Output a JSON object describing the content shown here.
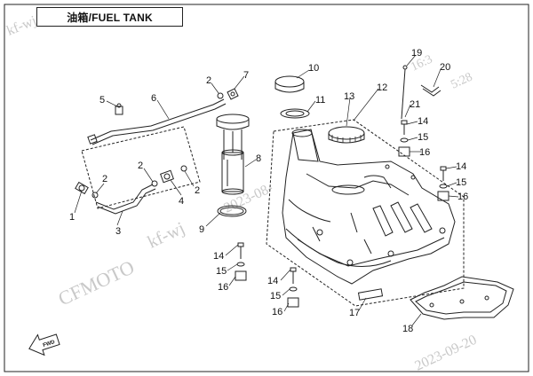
{
  "title": "油箱/FUEL TANK",
  "watermarks": {
    "brand": "CFMOTO",
    "user": "kf-wj",
    "date_top": "2023-08-",
    "date_bottom": "2023-09-20",
    "time_fragment": "16:3",
    "date_fragment": "5:28"
  },
  "fwd_label": "FWD",
  "callouts": {
    "c1": "1",
    "c2a": "2",
    "c2b": "2",
    "c2c": "2",
    "c2d": "2",
    "c3": "3",
    "c4": "4",
    "c5": "5",
    "c6": "6",
    "c7": "7",
    "c8": "8",
    "c9": "9",
    "c10": "10",
    "c11": "11",
    "c12": "12",
    "c13": "13",
    "c14a": "14",
    "c14b": "14",
    "c14c": "14",
    "c14d": "14",
    "c15a": "15",
    "c15b": "15",
    "c15c": "15",
    "c15d": "15",
    "c16a": "16",
    "c16b": "16",
    "c16c": "16",
    "c16d": "16",
    "c17": "17",
    "c18": "18",
    "c19": "19",
    "c20": "20",
    "c21": "21"
  },
  "colors": {
    "line": "#222222",
    "watermark": "#c9c9c9"
  }
}
